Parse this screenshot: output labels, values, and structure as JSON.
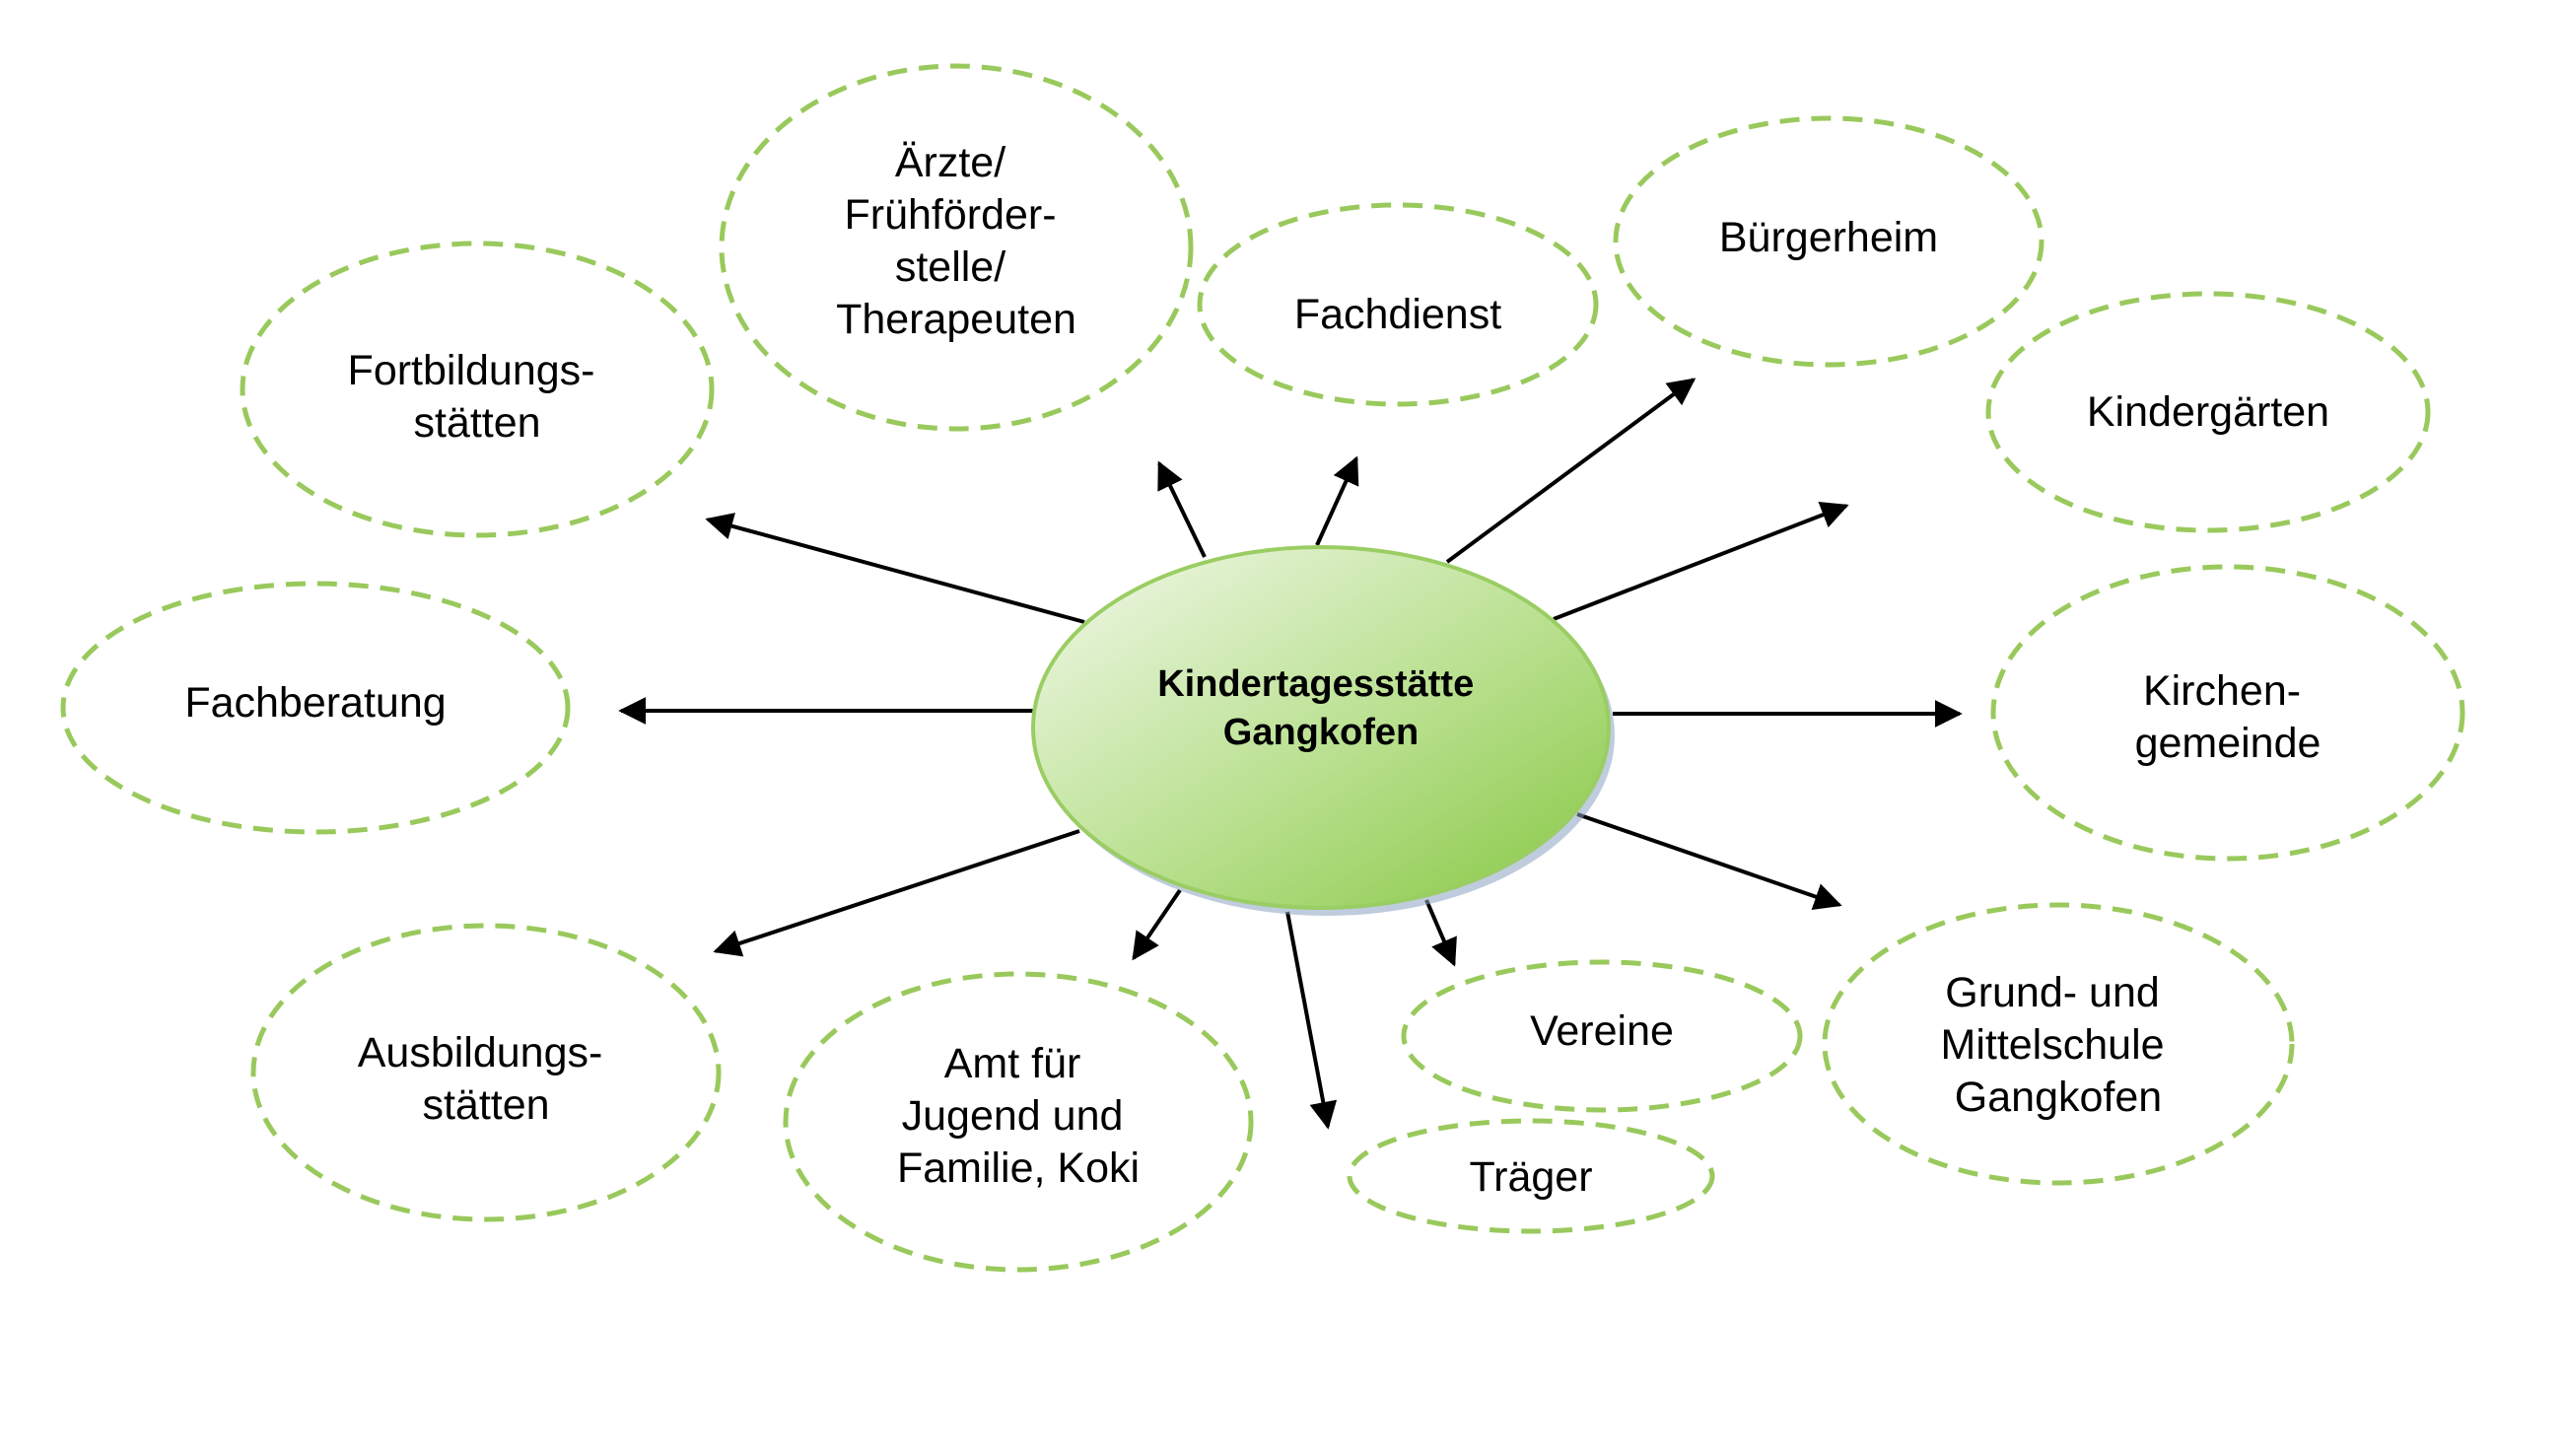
{
  "center": {
    "lines": [
      "Kindertagesstätte",
      "Gangkofen"
    ]
  },
  "nodes": [
    {
      "id": "aerzte",
      "lines": [
        "Ärzte/",
        "Frühförder-",
        "stelle/",
        "Therapeuten"
      ]
    },
    {
      "id": "fachdienst",
      "lines": [
        "Fachdienst"
      ]
    },
    {
      "id": "buergerheim",
      "lines": [
        "Bürgerheim"
      ]
    },
    {
      "id": "fortbildung",
      "lines": [
        "Fortbildungs-",
        "stätten"
      ]
    },
    {
      "id": "kindergaerten",
      "lines": [
        "Kindergärten"
      ]
    },
    {
      "id": "fachberatung",
      "lines": [
        "Fachberatung"
      ]
    },
    {
      "id": "kirchen",
      "lines": [
        "Kirchen-",
        "gemeinde"
      ]
    },
    {
      "id": "ausbildung",
      "lines": [
        "Ausbildungs-",
        "stätten"
      ]
    },
    {
      "id": "amt",
      "lines": [
        "Amt für",
        "Jugend und",
        "Familie, Koki"
      ]
    },
    {
      "id": "vereine",
      "lines": [
        "Vereine"
      ]
    },
    {
      "id": "grundschule",
      "lines": [
        "Grund- und",
        "Mittelschule",
        "Gangkofen"
      ]
    },
    {
      "id": "traeger",
      "lines": [
        "Träger"
      ]
    }
  ],
  "colors": {
    "bubble_stroke": "#99c95c",
    "center_fill_light": "#eef7e4",
    "center_fill_dark": "#8fcc4e",
    "center_stroke": "#9acd63",
    "arrow": "#000000"
  }
}
